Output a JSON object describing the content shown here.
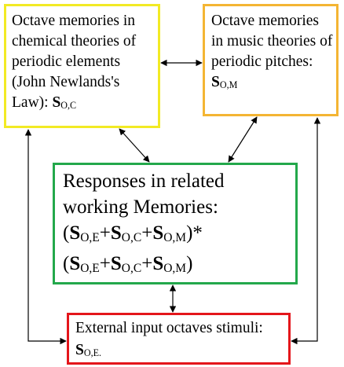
{
  "chem_box": {
    "text": "Octave memories in chemical theories of periodic elements (John Newlands's Law): ",
    "symbol": "S",
    "subscript": "O,C"
  },
  "music_box": {
    "text": "Octave memories in music theories of periodic pitches: ",
    "symbol": "S",
    "subscript": "O,M"
  },
  "responses_box": {
    "heading": "Responses in related working Memories:",
    "formula_1": {
      "open": "(",
      "terms": [
        {
          "symbol": "S",
          "subscript": "O,E"
        },
        {
          "symbol": "S",
          "subscript": "O,C"
        },
        {
          "symbol": "S",
          "subscript": "O,M"
        }
      ],
      "plus": "+",
      "close": ")*"
    },
    "formula_2": {
      "open": "(",
      "terms": [
        {
          "symbol": "S",
          "subscript": "O,E"
        },
        {
          "symbol": "S",
          "subscript": "O,C"
        },
        {
          "symbol": "S",
          "subscript": "O,M"
        }
      ],
      "plus": "+",
      "close": ")"
    }
  },
  "external_box": {
    "text": "External input octaves stimuli: ",
    "symbol": "S",
    "subscript": "O,E."
  },
  "colors": {
    "chem_border": "#f2ea24",
    "music_border": "#f4b533",
    "responses_border": "#23a84b",
    "external_border": "#e4161b",
    "arrow": "#000000"
  }
}
